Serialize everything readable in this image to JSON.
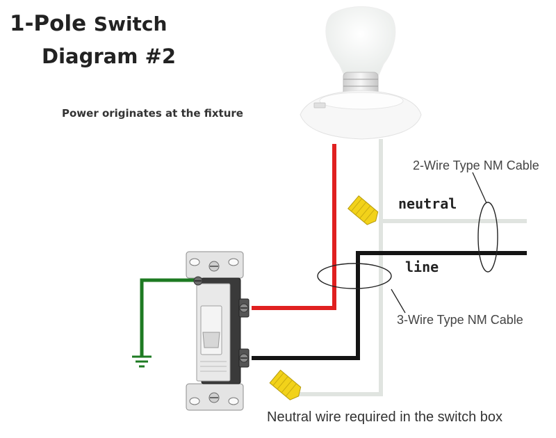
{
  "title": {
    "line1_a": "1-Pole ",
    "line1_b": "Switch",
    "line2": "Diagram #2"
  },
  "subtitle": "Power originates at the fixture",
  "labels": {
    "two_wire_cable": "2-Wire Type NM Cable",
    "neutral": "neutral",
    "line": "line",
    "three_wire_cable": "3-Wire Type NM Cable",
    "switch_box_note": "Neutral wire required in the switch box"
  },
  "wire_colors": {
    "hot_switched": "#e02020",
    "line": "#141414",
    "neutral": "#dfe3df",
    "ground": "#1d7a22",
    "wire_nut": "#f2d21a"
  },
  "components": [
    "light-bulb-fixture",
    "single-pole-switch",
    "wire-nut",
    "ground-symbol"
  ]
}
